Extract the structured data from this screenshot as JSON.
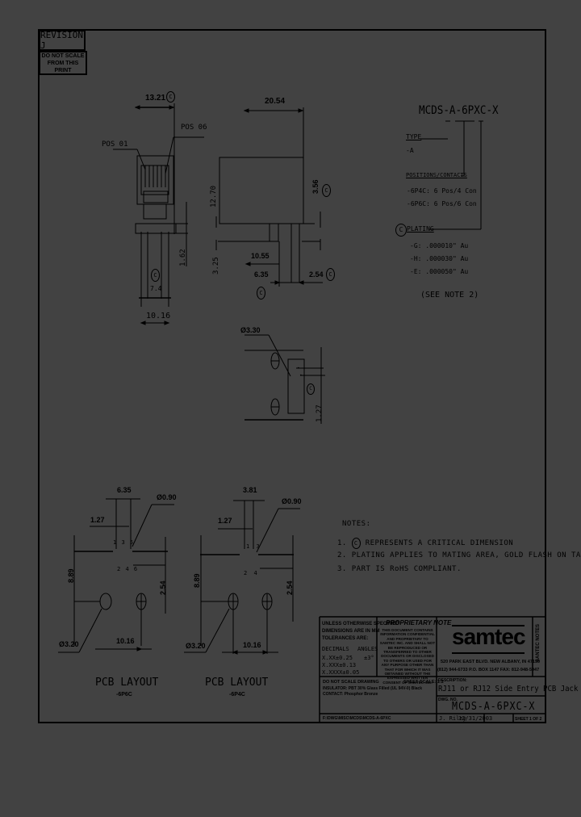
{
  "revision_block": {
    "revision": "REVISION J",
    "warning_line1": "DO NOT SCALE",
    "warning_line2": "FROM THIS PRINT"
  },
  "part_callout": {
    "part_number": "MCDS-A-6PXC-X",
    "type_label": "TYPE",
    "type_value": "-A",
    "positions_label": "POSITIONS/CONTACTS",
    "positions_options": [
      "-6P4C: 6 Pos/4 Con",
      "-6P6C: 6 Pos/6 Con"
    ],
    "plating_symbol": "C",
    "plating_label": "PLATING",
    "plating_options": [
      "-G: .000010\" Au",
      "-H: .000030\" Au",
      "-E: .000050\" Au"
    ],
    "see_note": "(SEE NOTE 2)"
  },
  "front_view": {
    "dim_width_top": "13.21",
    "critical_symbol": "C",
    "pos01_label": "POS 01",
    "pos06_label": "POS 06",
    "dim_height": "1.62",
    "dim_pitch_label": "C",
    "dim_pin_span": "7.4",
    "dim_width_bottom": "10.16"
  },
  "side_view": {
    "dim_depth": "20.54",
    "dim_height": "12.70",
    "dim_offset": "3.56",
    "dim_pin_len": "3.25",
    "dim_pin_from_front": "10.55",
    "dim_pin_row": "6.35",
    "dim_pin_pitch": "2.54"
  },
  "bottom_view": {
    "dim_hole": "Ø3.30",
    "dim_spacing": "1.27"
  },
  "pcb_layouts": [
    {
      "title": "PCB LAYOUT",
      "variant": "-6P6C",
      "dim_span": "6.35",
      "dim_pitch": "1.27",
      "dim_hole": "Ø0.90",
      "pins_top": [
        "1",
        "3",
        "5"
      ],
      "pins_bottom": [
        "2",
        "4",
        "6"
      ],
      "dim_row_offset": "2.54",
      "dim_vertical": "8.89",
      "dim_post_hole": "Ø3.20",
      "dim_post_spacing": "10.16"
    },
    {
      "title": "PCB LAYOUT",
      "variant": "-6P4C",
      "dim_span": "3.81",
      "dim_pitch": "1.27",
      "dim_hole": "Ø0.90",
      "pins_top": [
        "1",
        "3"
      ],
      "pins_bottom": [
        "2",
        "4"
      ],
      "dim_row_offset": "2.54",
      "dim_vertical": "8.89",
      "dim_post_hole": "Ø3.20",
      "dim_post_spacing": "10.16"
    }
  ],
  "notes": {
    "heading": "NOTES:",
    "items": [
      {
        "num": "1.",
        "symbol": "C",
        "text": "REPRESENTS A CRITICAL DIMENSION"
      },
      {
        "num": "2.",
        "text": "PLATING APPLIES TO MATING AREA, GOLD FLASH ON TAILS."
      },
      {
        "num": "3.",
        "text": "PART IS RoHS COMPLIANT."
      }
    ]
  },
  "title_block": {
    "tolerances": {
      "line1": "UNLESS OTHERWISE SPECIFIED",
      "line2": "DIMENSIONS ARE IN MM",
      "line3": "TOLERANCES ARE:",
      "decimals_label": "DECIMALS",
      "angles_label": "ANGLES",
      "dec1": "X.XX±0.25",
      "angle_val": "±3°",
      "dec2": "X.XXX±0.13",
      "dec3": "X.XXXX±0.05"
    },
    "proprietary": {
      "title": "PROPRIETARY NOTE",
      "text": "THIS DOCUMENT CONTAINS INFORMATION CONFIDENTIAL AND PROPRIETARY TO SAMTEC INC. AND SHALL NOT BE REPRODUCED OR TRANSFERRED TO OTHER DOCUMENTS OR DISCLOSED TO OTHERS OR USED FOR ANY PURPOSE OTHER THAN THAT FOR WHICH IT WAS OBTAINED WITHOUT THE EXPRESSED WRITTEN CONSENT OF SAMTEC INC."
    },
    "company": {
      "logo": "samtec",
      "address": "520 PARK EAST BLVD. NEW ALBANY, IN 47150",
      "phone": "(812) 944-6733  P.O. BOX 1147  FAX: 812-948-5047"
    },
    "side_code": "SANTEC NOTES",
    "do_not_scale": "DO NOT SCALE DRAWING",
    "sheet_scale": "SHEET SCALE: 1:2",
    "material_line1": "INSULATOR: PBT 30% Glass Filled (UL 94V-0) Black",
    "material_line2": "CONTACT: Phosphor Bronze",
    "description_label": "DESCRIPTION:",
    "description": "RJ11 or RJ12 Side Entry PCB Jack",
    "dwg_no_label": "DWG. NO.",
    "dwg_no": "MCDS-A-6PXC-X",
    "file_path": "F:\\DWG\\MISC\\MCDS\\MCDS-A-6PXC",
    "drawn_by": "J. Riley",
    "date": "12/31/2003",
    "sheet": "SHEET 1 OF 2"
  }
}
